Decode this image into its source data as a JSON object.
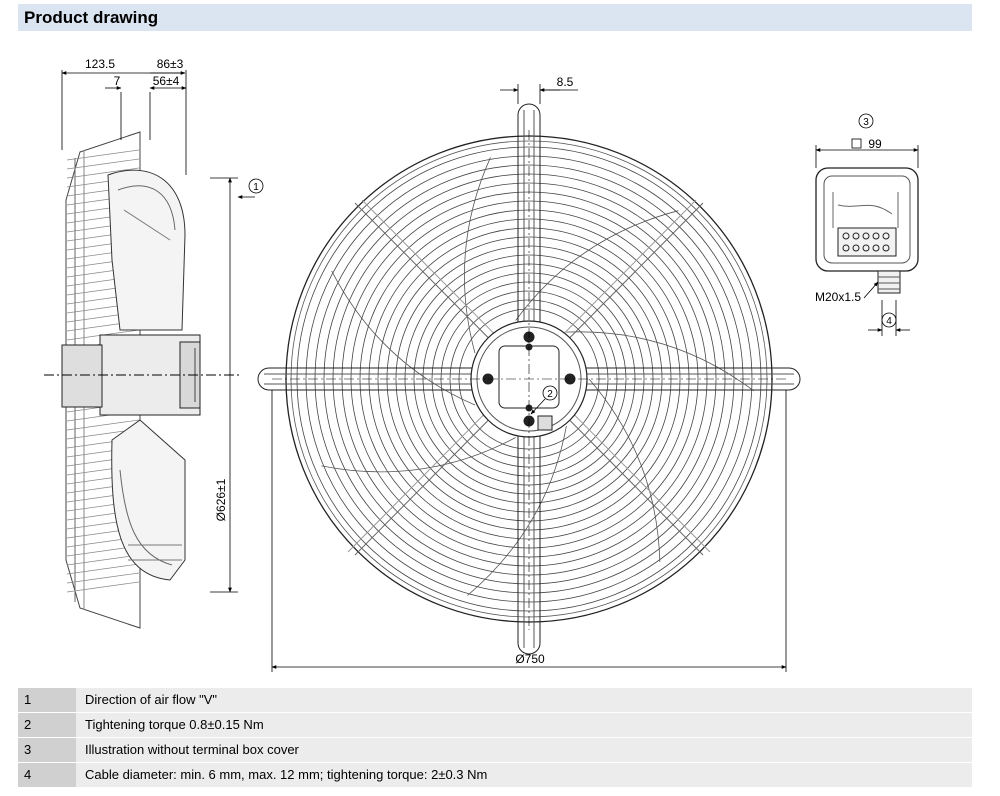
{
  "header": {
    "title": "Product drawing"
  },
  "dimensions": {
    "side_overall": "123.5",
    "side_depth": "86±3",
    "side_small": "7",
    "side_motor": "56±4",
    "side_diameter": "Ø626±1",
    "front_slot": "8.5",
    "front_diameter": "Ø750",
    "box_width": "99",
    "box_gland": "M20x1.5"
  },
  "callouts": {
    "c1": "1",
    "c2": "2",
    "c3": "3",
    "c4": "4"
  },
  "legend": [
    {
      "num": "1",
      "text": "Direction of air flow \"V\""
    },
    {
      "num": "2",
      "text": "Tightening torque 0.8±0.15 Nm"
    },
    {
      "num": "3",
      "text": "Illustration without terminal box cover"
    },
    {
      "num": "4",
      "text": "Cable diameter: min. 6 mm, max. 12 mm; tightening torque: 2±0.3 Nm"
    }
  ],
  "colors": {
    "header_bg": "#dbe5f1",
    "legend_num_bg": "#d0d0d0",
    "legend_text_bg": "#ececec"
  }
}
